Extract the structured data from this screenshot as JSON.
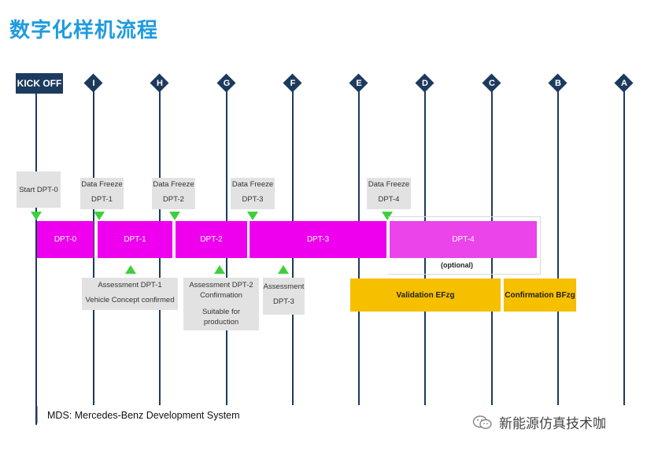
{
  "title": "数字化样机流程",
  "kickoff": "KICK OFF",
  "gates": [
    "I",
    "H",
    "G",
    "F",
    "E",
    "D",
    "C",
    "B",
    "A"
  ],
  "data_freeze": [
    {
      "line1": "Start DPT-0",
      "line2": ""
    },
    {
      "line1": "Data Freeze",
      "line2": "DPT-1"
    },
    {
      "line1": "Data Freeze",
      "line2": "DPT-2"
    },
    {
      "line1": "Data Freeze",
      "line2": "DPT-3"
    },
    {
      "line1": "Data Freeze",
      "line2": "DPT-4"
    }
  ],
  "phases": [
    "DPT-0",
    "DPT-1",
    "DPT-2",
    "DPT-3",
    "DPT-4"
  ],
  "optional_label": "(optional)",
  "assessments": [
    {
      "line1": "Assessment  DPT-1",
      "line2": "Vehicle Concept confirmed"
    },
    {
      "line1": "Assessment  DPT-2",
      "line2": "Confirmation",
      "line3": "Suitable for",
      "line4": "production"
    },
    {
      "line1": "Assessment",
      "line2": "DPT-3"
    }
  ],
  "validation": [
    "Validation EFzg",
    "Confirmation BFzg"
  ],
  "footnote": "MDS: Mercedes-Benz Development System",
  "watermark": "新能源仿真技术咖",
  "colors": {
    "title": "#1f9be0",
    "navy": "#1c3a5e",
    "magenta": "#ee00ee",
    "magenta_light": "#ea44ea",
    "green": "#3cd03c",
    "yellow": "#f6bf00",
    "grey": "#e2e2e2"
  }
}
